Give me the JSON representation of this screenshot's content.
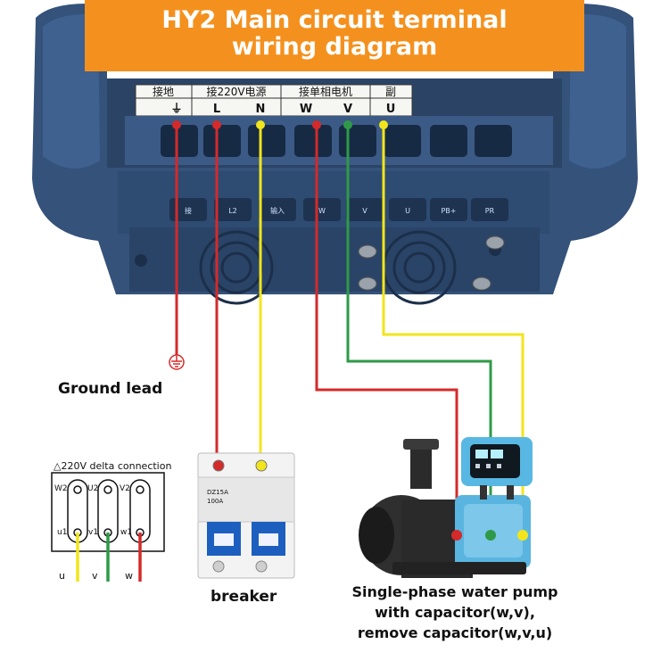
{
  "title": {
    "line1": "HY2 Main circuit terminal",
    "line2": "wiring diagram"
  },
  "terminal_header": {
    "groups": [
      "接地",
      "接220V电源",
      "接单相电机",
      "副"
    ],
    "terminals": [
      "⏚",
      "L",
      "N",
      "W",
      "V",
      "U"
    ]
  },
  "lower_terminal_labels": [
    "接",
    "L2",
    "输入",
    "W",
    "V",
    "U",
    "PB+",
    "PR"
  ],
  "ground_label": "Ground lead",
  "delta": {
    "title": "△220V delta connection",
    "top_labels": [
      "W2",
      "U2",
      "V2"
    ],
    "bottom_labels": [
      "u1",
      "v1",
      "w1"
    ],
    "wire_labels": [
      "u",
      "v",
      "w"
    ]
  },
  "breaker": {
    "label": "breaker",
    "model": "DZ15A",
    "rating": "100A"
  },
  "pump": {
    "line1": "Single-phase water pump",
    "line2": "with capacitor(w,v),",
    "line3": "remove capacitor(w,v,u)"
  },
  "wire_colors": {
    "red": "#d42a2a",
    "yellow": "#f2e51b",
    "green": "#2e9a47",
    "banner": "#f4911e",
    "device_body": "#34527a"
  },
  "icons": [
    "ground-symbol-icon",
    "screw-icon",
    "fan-grille-icon"
  ]
}
